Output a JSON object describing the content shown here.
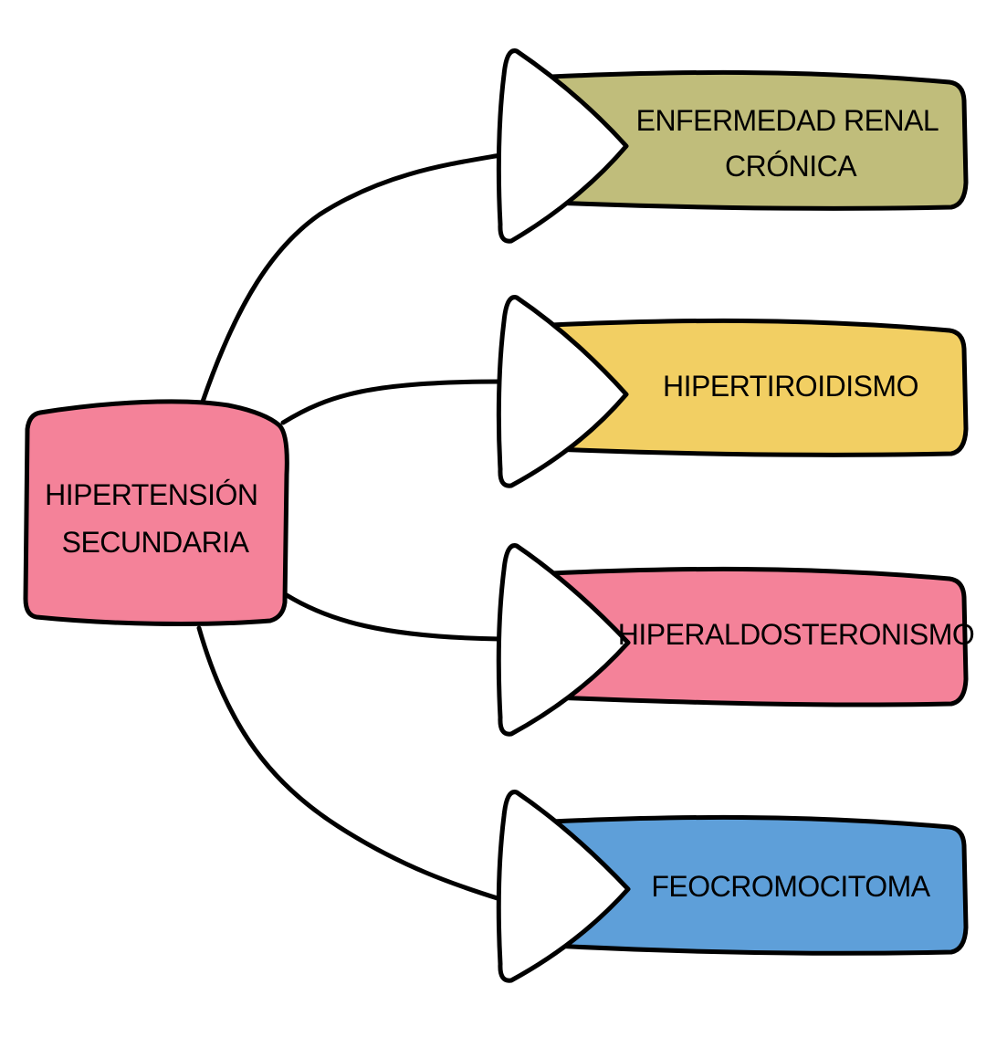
{
  "root": {
    "lines": [
      "HIPERTENSIÓN",
      "SECUNDARIA"
    ],
    "color": "#f48299"
  },
  "branches": [
    {
      "lines": [
        "ENFERMEDAD RENAL",
        "CRÓNICA"
      ],
      "color": "#c0bd7b"
    },
    {
      "lines": [
        "HIPERTIROIDISMO"
      ],
      "color": "#f2cf63"
    },
    {
      "lines": [
        "HIPERALDOSTERONISMO"
      ],
      "color": "#f48299"
    },
    {
      "lines": [
        "FEOCROMOCITOMA"
      ],
      "color": "#5e9fd9"
    }
  ],
  "arrow_color": "#ffffff",
  "outline_color": "#000000"
}
